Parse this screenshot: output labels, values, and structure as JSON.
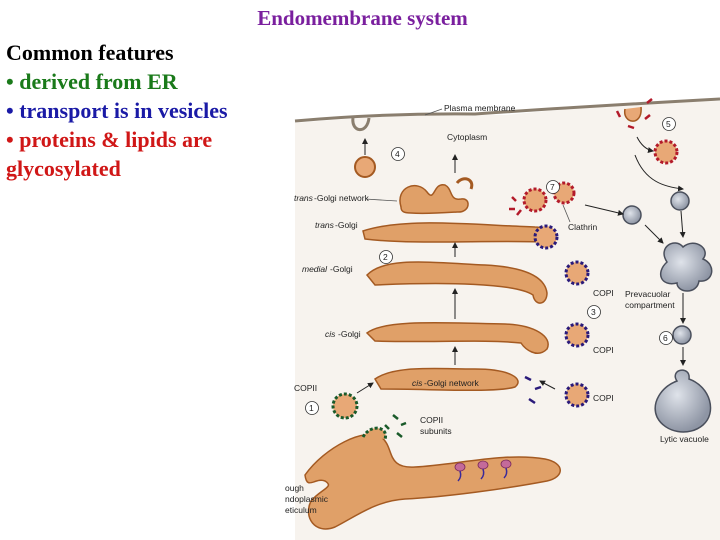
{
  "title": "Endomembrane system",
  "features": {
    "heading": "Common features",
    "items": [
      {
        "text": "• derived from ER",
        "color": "#1a7a1a"
      },
      {
        "text": "• transport is in vesicles",
        "color": "#1a1aa6"
      },
      {
        "text": "• proteins & lipids are glycosylated",
        "lines": [
          "• proteins & lipids are",
          "glycosylated"
        ],
        "color": "#d01717"
      }
    ]
  },
  "diagram": {
    "labels": {
      "plasma_membrane": "Plasma membrane",
      "cytoplasm": "Cytoplasm",
      "trans_golgi_network_prefix": "trans",
      "trans_golgi_network_suffix": "-Golgi network",
      "trans_golgi_prefix": "trans",
      "trans_golgi_suffix": "-Golgi",
      "medial_golgi_prefix": "medial",
      "medial_golgi_suffix": "-Golgi",
      "cis_golgi_prefix": "cis",
      "cis_golgi_suffix": "-Golgi",
      "cis_golgi_network_prefix": "cis",
      "cis_golgi_network_suffix": "-Golgi network",
      "clathrin": "Clathrin",
      "copi_1": "COPI",
      "copi_2": "COPI",
      "copi_3": "COPI",
      "copii": "COPII",
      "copii_subunits_1": "COPII",
      "copii_subunits_2": "subunits",
      "prevacuolar_1": "Prevacuolar",
      "prevacuolar_2": "compartment",
      "lytic_vacuole": "Lytic vacuole",
      "rough_er_1": "ough",
      "rough_er_2": "ndoplasmic",
      "rough_er_3": "eticulum"
    },
    "steps": [
      "1",
      "2",
      "3",
      "4",
      "5",
      "6",
      "7"
    ],
    "colors": {
      "golgi_fill": "#e0a068",
      "golgi_stroke": "#a45a22",
      "vesicle_fill": "#e8a876",
      "clathrin": "#b31a2a",
      "copi": "#2a1a7a",
      "copii": "#1a5a2a",
      "vacuole_fill": "#aab0bd",
      "vacuole_stroke": "#4a4f5c",
      "cell_bg": "#f7f3ee"
    }
  }
}
